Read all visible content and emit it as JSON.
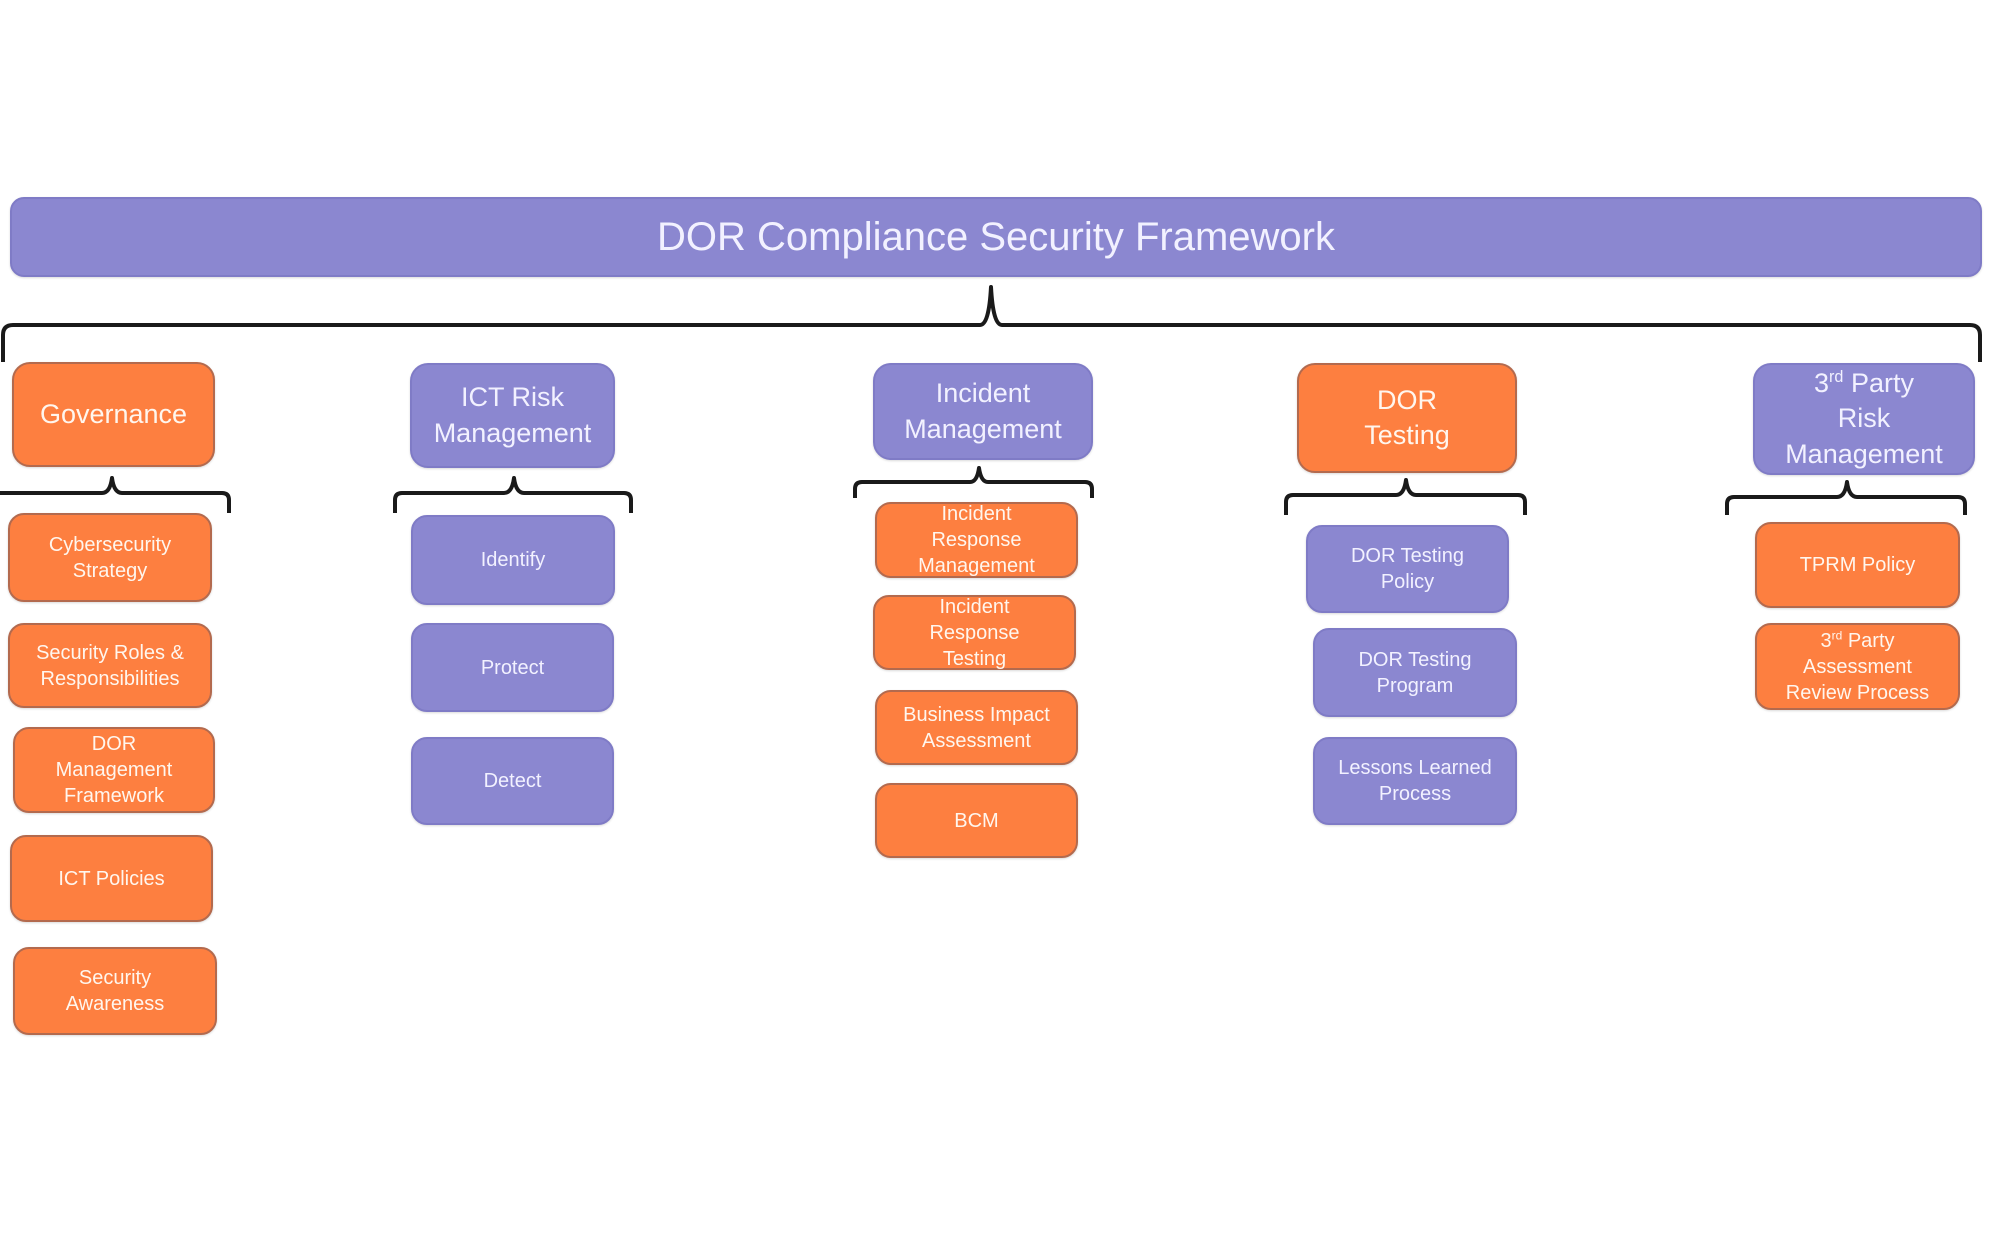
{
  "title": "DOR Compliance Security Framework",
  "colors": {
    "purple": "#8b87d0",
    "orange": "#fd7f40",
    "line": "#1a1a1a"
  },
  "pillars": [
    {
      "label": "Governance",
      "color": "orange",
      "items": [
        {
          "label": "Cybersecurity\nStrategy",
          "color": "orange"
        },
        {
          "label": "Security Roles &\nResponsibilities",
          "color": "orange"
        },
        {
          "label": "DOR\nManagement\nFramework",
          "color": "orange"
        },
        {
          "label": "ICT Policies",
          "color": "orange"
        },
        {
          "label": "Security\nAwareness",
          "color": "orange"
        }
      ]
    },
    {
      "label": "ICT Risk\nManagement",
      "color": "purple",
      "items": [
        {
          "label": "Identify",
          "color": "purple"
        },
        {
          "label": "Protect",
          "color": "purple"
        },
        {
          "label": "Detect",
          "color": "purple"
        }
      ]
    },
    {
      "label": "Incident\nManagement",
      "color": "purple",
      "items": [
        {
          "label": "Incident\nResponse\nManagement",
          "color": "orange"
        },
        {
          "label": "Incident\nResponse\nTesting",
          "color": "orange"
        },
        {
          "label": "Business Impact\nAssessment",
          "color": "orange"
        },
        {
          "label": "BCM",
          "color": "orange"
        }
      ]
    },
    {
      "label": "DOR\nTesting",
      "color": "orange",
      "items": [
        {
          "label": "DOR Testing\nPolicy",
          "color": "purple"
        },
        {
          "label": "DOR Testing\nProgram",
          "color": "purple"
        },
        {
          "label": "Lessons Learned\nProcess",
          "color": "purple"
        }
      ]
    },
    {
      "label": "3rd Party\nRisk\nManagement",
      "color": "purple",
      "items": [
        {
          "label": "TPRM Policy",
          "color": "orange"
        },
        {
          "label": "3rd Party\nAssessment\nReview Process",
          "color": "orange"
        }
      ]
    }
  ]
}
